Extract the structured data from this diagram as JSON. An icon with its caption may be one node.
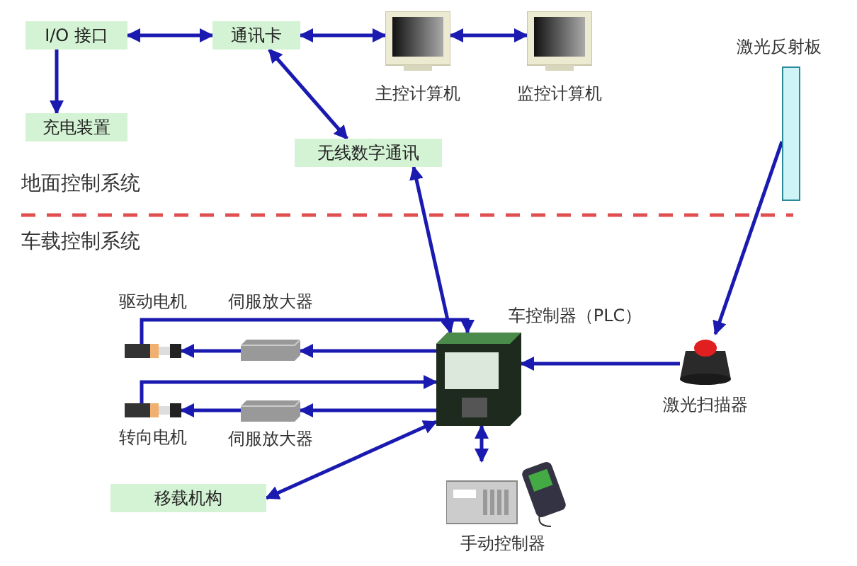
{
  "diagram": {
    "nodes": [
      {
        "text": [
          "I/O 接口"
        ]
      },
      {
        "text": [
          "通讯卡"
        ]
      },
      {
        "text": [
          "主控计算机"
        ]
      },
      {
        "text": [
          "监控计算机"
        ]
      },
      {
        "text": [
          "激光反射板"
        ]
      },
      {
        "text": [
          "充电装置"
        ]
      },
      {
        "text": [
          "无线数字通讯"
        ]
      },
      {
        "text": [
          "驱动电机"
        ]
      },
      {
        "text": [
          "伺服放大器"
        ]
      },
      {
        "text": [
          "车控制器（PLC）"
        ]
      },
      {
        "text": [
          "激光扫描器"
        ]
      },
      {
        "text": [
          "转向电机"
        ]
      },
      {
        "text": [
          "伺服放大器"
        ]
      },
      {
        "text": [
          "移载机构"
        ]
      },
      {
        "text": [
          "手动控制器"
        ]
      }
    ],
    "edges": [
      {
        "from": 0,
        "to": 1,
        "arrow": "both"
      },
      {
        "from": 1,
        "to": 2,
        "arrow": "both"
      },
      {
        "from": 2,
        "to": 3,
        "arrow": "both"
      },
      {
        "from": 0,
        "to": 5,
        "arrow": "to"
      },
      {
        "from": 1,
        "to": 6,
        "arrow": "both"
      },
      {
        "from": 6,
        "to": 9,
        "arrow": "both"
      },
      {
        "from": 4,
        "to": 10,
        "arrow": "to"
      },
      {
        "from": 9,
        "to": 8,
        "arrow": "to"
      },
      {
        "from": 8,
        "to": 7,
        "arrow": "to"
      },
      {
        "from": 7,
        "to": 9,
        "arrow": "to"
      },
      {
        "from": 10,
        "to": 9,
        "arrow": "to"
      },
      {
        "from": 9,
        "to": 12,
        "arrow": "to"
      },
      {
        "from": 12,
        "to": 11,
        "arrow": "to"
      },
      {
        "from": 11,
        "to": 9,
        "arrow": "to"
      },
      {
        "from": 9,
        "to": 13,
        "arrow": "both"
      },
      {
        "from": 9,
        "to": 14,
        "arrow": "both"
      }
    ],
    "labels": [
      "地面控制系统",
      "车载控制系统"
    ]
  }
}
